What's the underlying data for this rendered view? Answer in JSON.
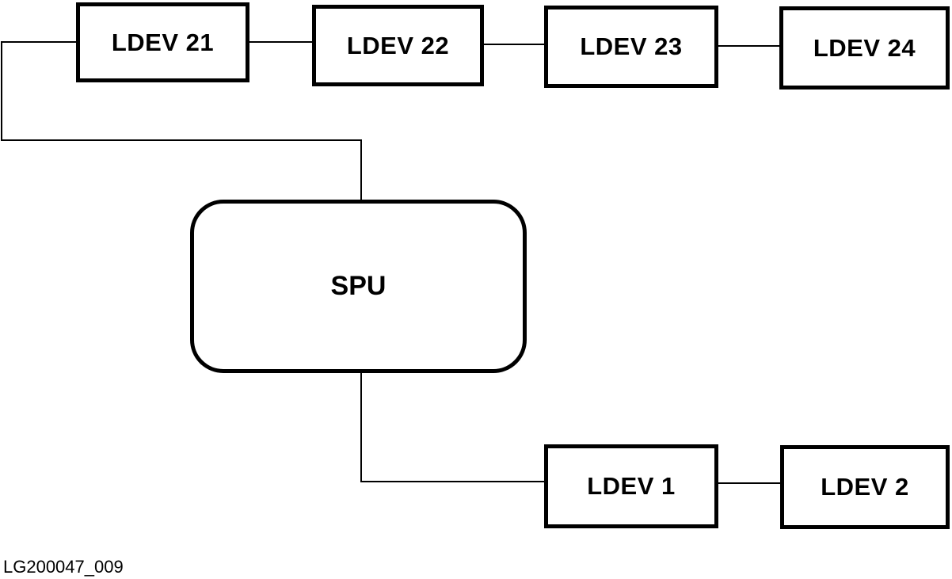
{
  "nodes": {
    "ldev21": "LDEV 21",
    "ldev22": "LDEV 22",
    "ldev23": "LDEV 23",
    "ldev24": "LDEV 24",
    "spu": "SPU",
    "ldev1": "LDEV 1",
    "ldev2": "LDEV 2"
  },
  "caption": "LG200047_009",
  "colors": {
    "line": "#000000",
    "background": "#ffffff"
  }
}
